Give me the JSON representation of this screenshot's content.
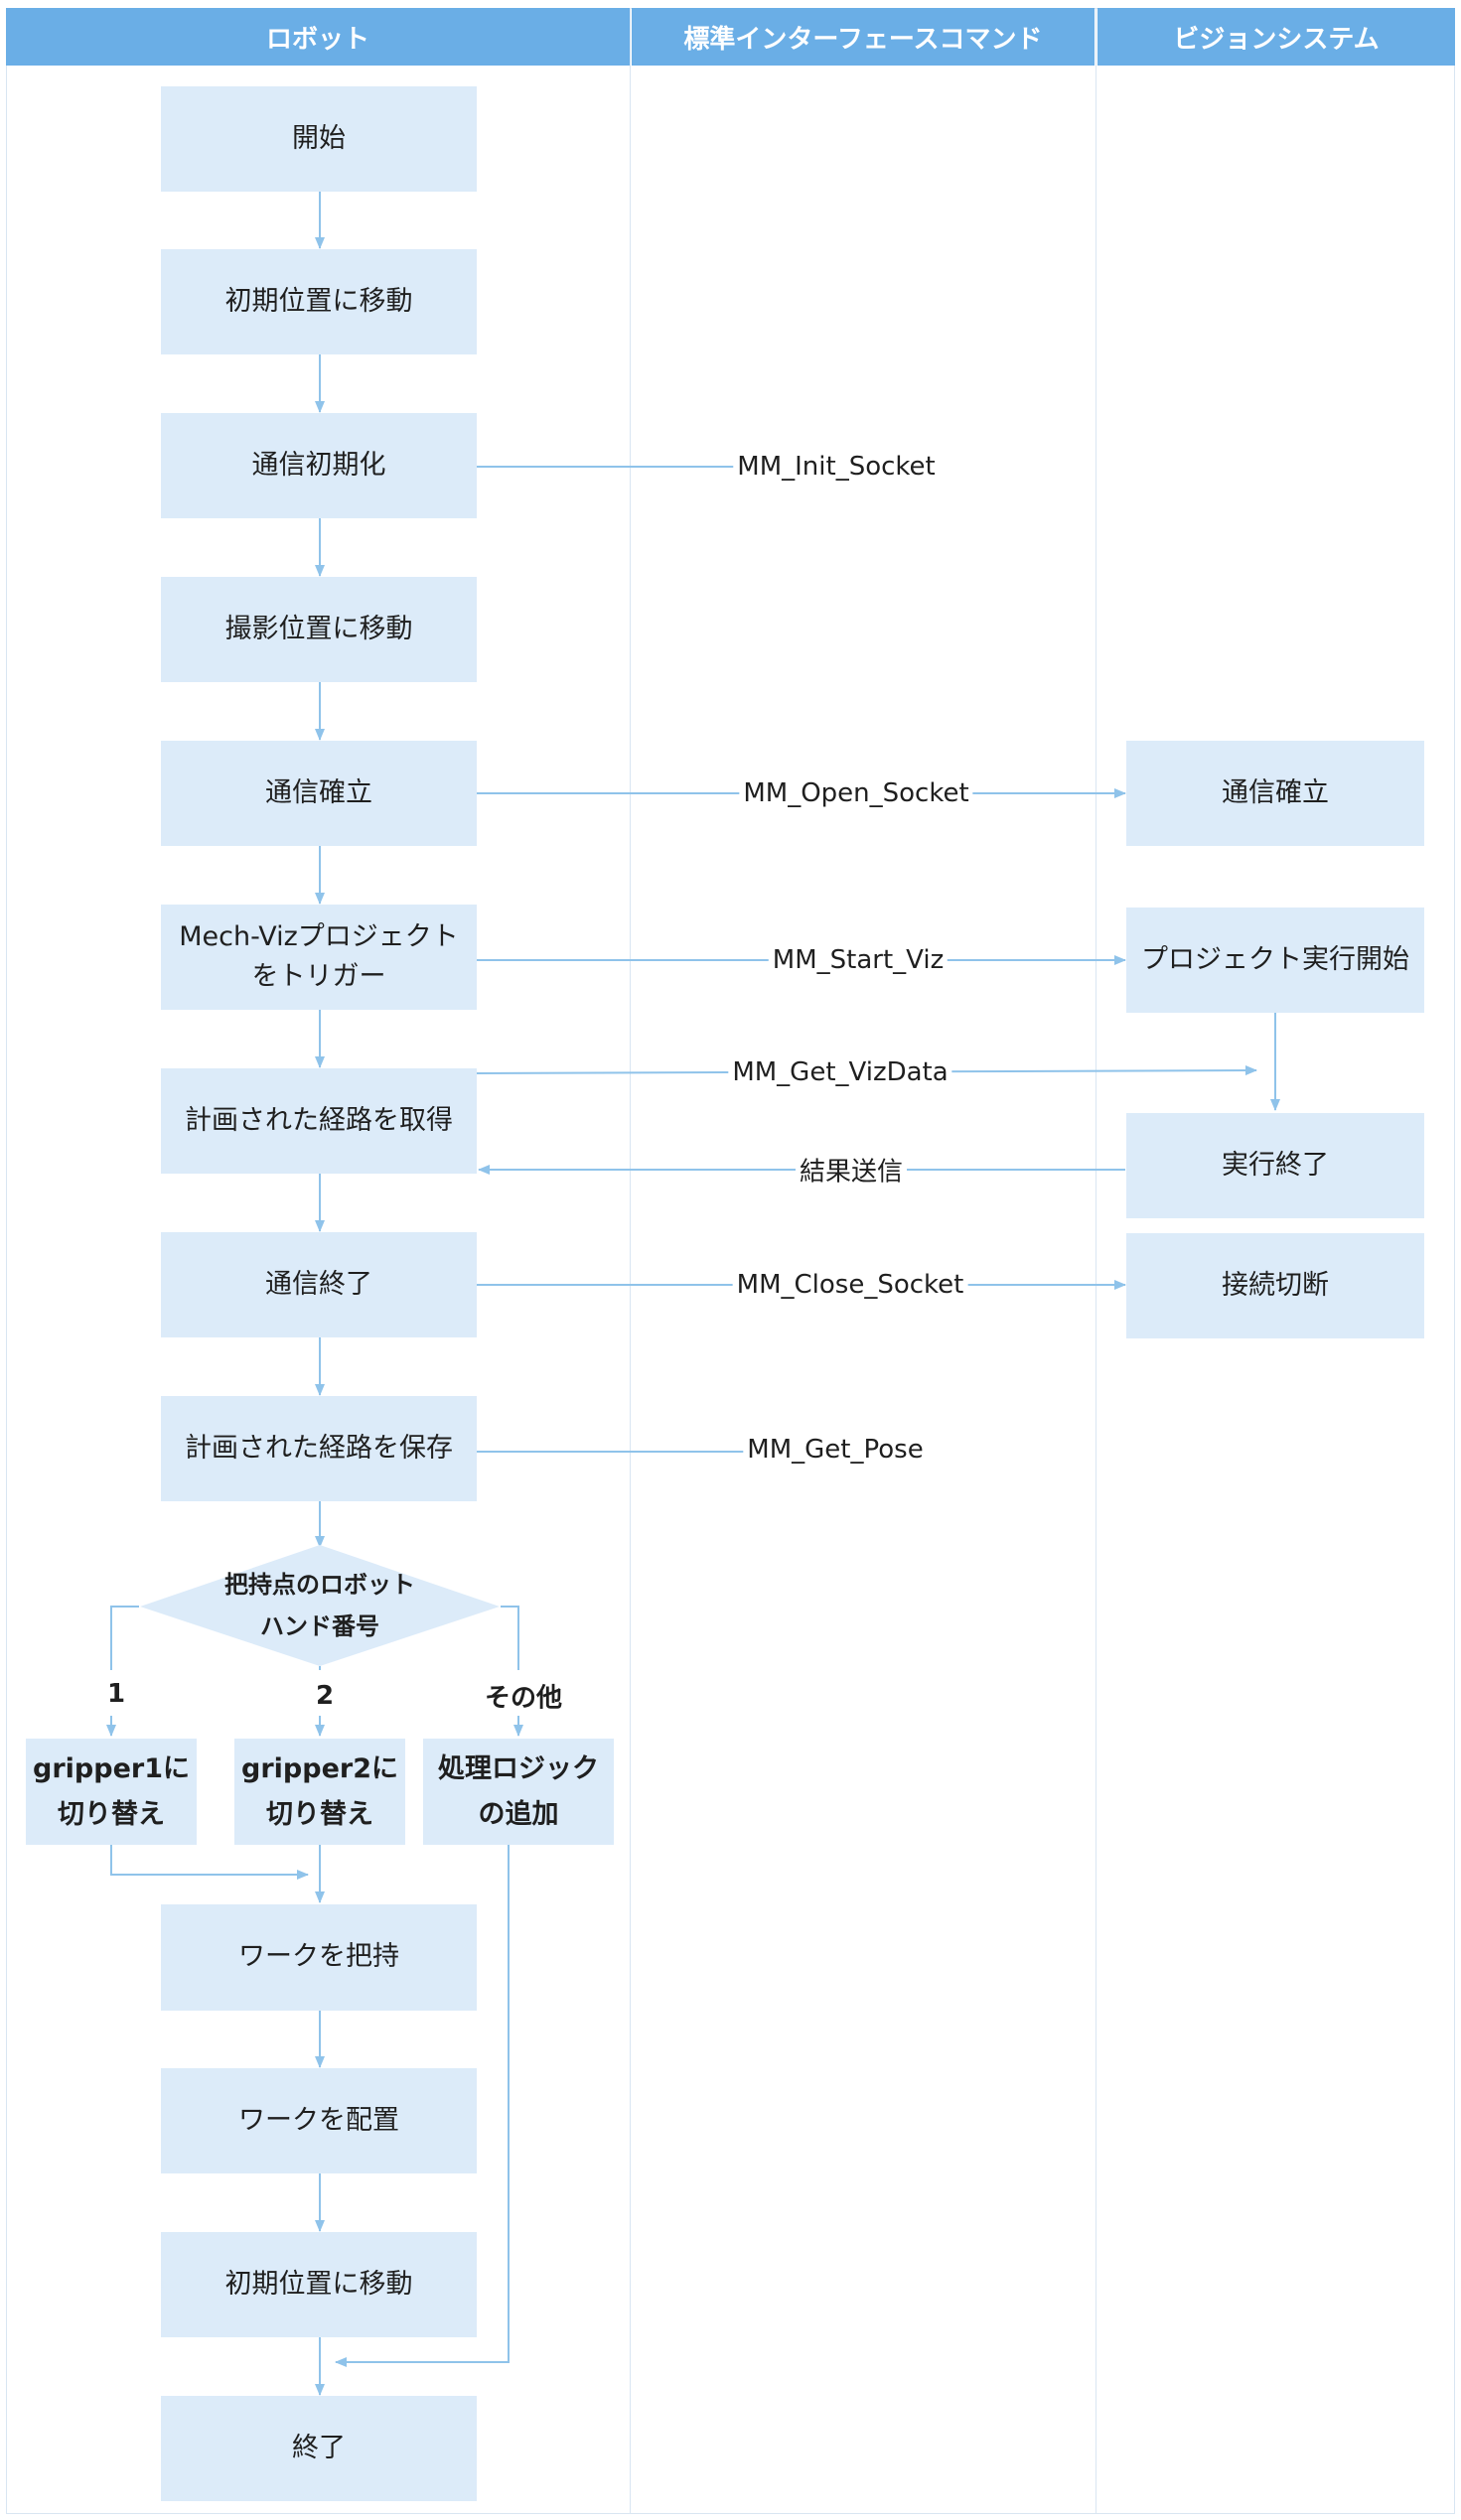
{
  "lanes": {
    "robot": "ロボット",
    "interface": "標準インターフェースコマンド",
    "vision": "ビジョンシステム"
  },
  "robot_steps": {
    "start": "開始",
    "move_initial": "初期位置に移動",
    "init_comm": "通信初期化",
    "move_capture": "撮影位置に移動",
    "open_comm": "通信確立",
    "trigger_line1": "Mech-Vizプロジェクト",
    "trigger_line2": "をトリガー",
    "get_path": "計画された経路を取得",
    "close_comm": "通信終了",
    "save_path": "計画された経路を保存",
    "decision_line1": "把持点のロボット",
    "decision_line2": "ハンド番号",
    "branch_1": "1",
    "branch_2": "2",
    "branch_other": "その他",
    "gripper1_line1": "gripper1に",
    "gripper1_line2": "切り替え",
    "gripper2_line1": "gripper2に",
    "gripper2_line2": "切り替え",
    "logic_line1": "処理ロジック",
    "logic_line2": "の追加",
    "pick": "ワークを把持",
    "place": "ワークを配置",
    "move_initial_end": "初期位置に移動",
    "end": "終了"
  },
  "commands": {
    "init_socket": "MM_Init_Socket",
    "open_socket": "MM_Open_Socket",
    "start_viz": "MM_Start_Viz",
    "get_vizdata": "MM_Get_VizData",
    "result_send": "結果送信",
    "close_socket": "MM_Close_Socket",
    "get_pose": "MM_Get_Pose"
  },
  "vision_steps": {
    "establish": "通信確立",
    "project_start": "プロジェクト実行開始",
    "exec_end": "実行終了",
    "disconnect": "接続切断"
  },
  "colors": {
    "header": "#6aaee6",
    "box_fill": "#dcebf9",
    "arrow": "#8fc3ea",
    "border": "#d9e6f2"
  }
}
